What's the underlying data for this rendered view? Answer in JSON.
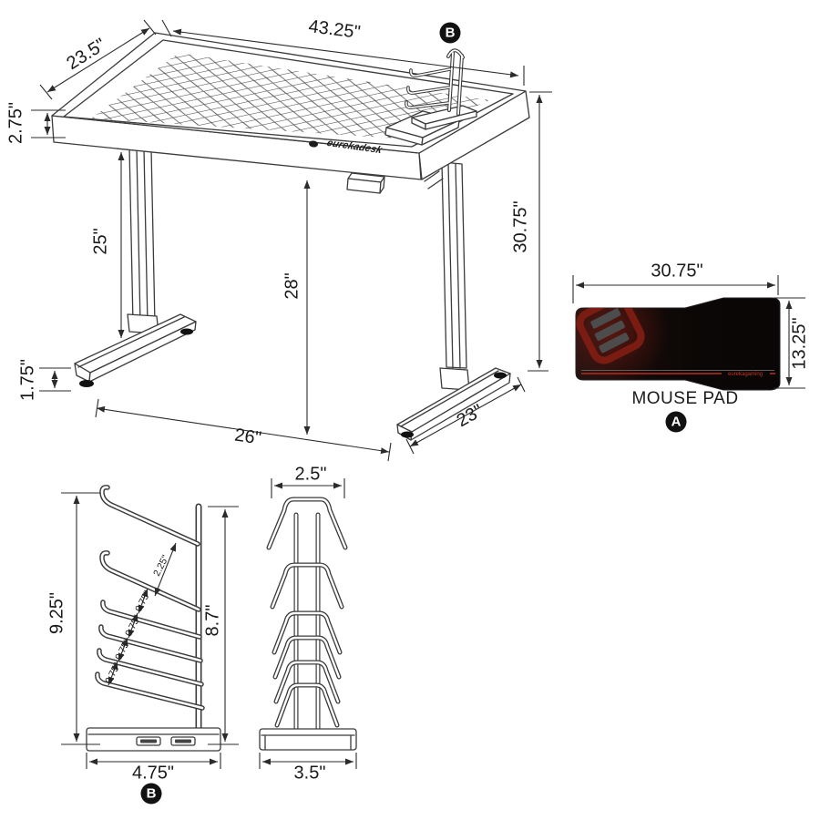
{
  "colors": {
    "line": "#3b3b3b",
    "dim": "#2b2b2b",
    "text": "#1a1a1a",
    "pad_black": "#0d0707",
    "pad_red": "#a3281c",
    "logo_red": "#7a1c11",
    "logo_gray": "#4c4c4c",
    "badge": "#111111"
  },
  "desk": {
    "dim_top_width": "43.25\"",
    "dim_top_depth": "23.5\"",
    "dim_top_thickness": "2.75\"",
    "dim_leg_column_height": "25\"",
    "dim_underside_clearance": "28\"",
    "dim_overall_height": "30.75\"",
    "dim_foot_height": "1.75\"",
    "dim_feet_span": "26\"",
    "dim_foot_length": "23\"",
    "brand_logo": "eurekadesk",
    "accessory_label": "B"
  },
  "mousepad": {
    "dim_width": "30.75\"",
    "dim_height": "13.25\"",
    "caption": "MOUSE PAD",
    "label": "A",
    "brand_text": "eurekagaming"
  },
  "rack_side_view": {
    "dim_overall_height": "9.25\"",
    "dim_post_height": "8.7\"",
    "dim_top_gap": "2.25\"",
    "dim_arm_gaps": [
      "0.75\"",
      "0.75\"",
      "0.75\"",
      "0.75\""
    ],
    "dim_base_width": "4.75\"",
    "label": "B"
  },
  "rack_front_view": {
    "dim_top_width": "2.5\"",
    "dim_base_width": "3.5\""
  }
}
